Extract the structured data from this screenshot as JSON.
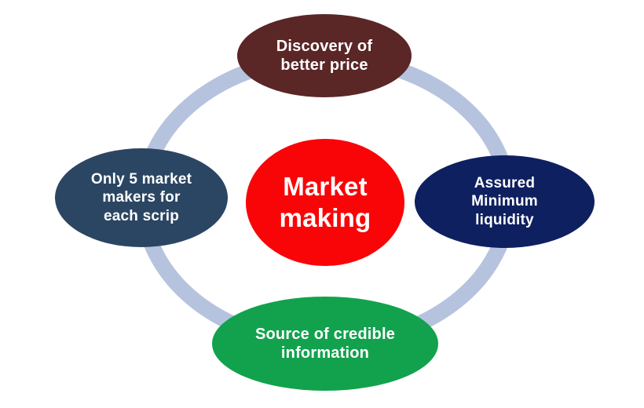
{
  "background": "#ffffff",
  "text_color": "#ffffff",
  "ring": {
    "color": "#b6c3de"
  },
  "center": {
    "label": "Market\nmaking",
    "color": "#f90508"
  },
  "nodes": {
    "top": {
      "label": "Discovery of\nbetter price",
      "color": "#5b2626"
    },
    "left": {
      "label": "Only 5 market\nmakers for\neach scrip",
      "color": "#2b4663"
    },
    "right": {
      "label": "Assured\nMinimum\nliquidity",
      "color": "#0f2060"
    },
    "bottom": {
      "label": "Source of credible\ninformation",
      "color": "#12a24d"
    }
  }
}
